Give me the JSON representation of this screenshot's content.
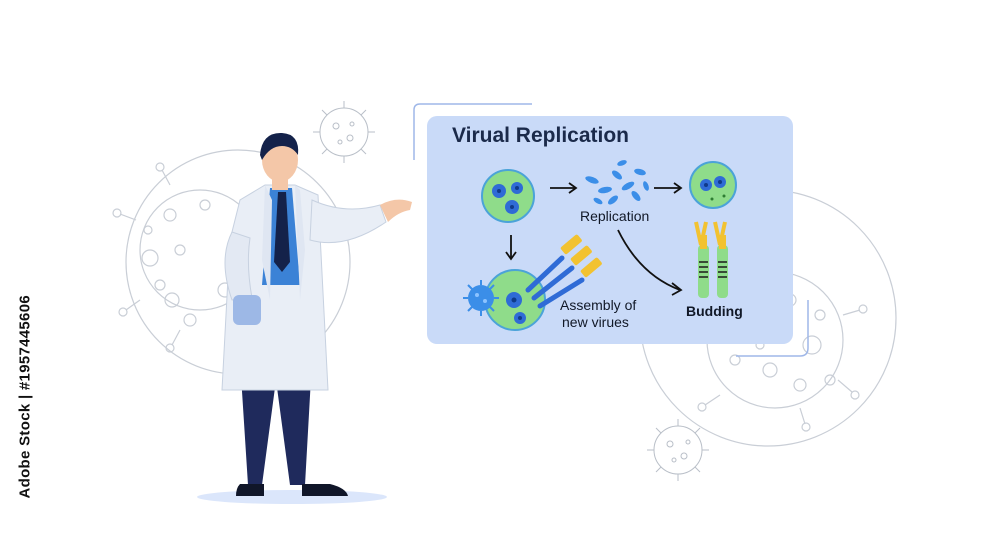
{
  "diagram": {
    "title": "Virual Replication",
    "steps": [
      {
        "id": "replication",
        "label": "Replication"
      },
      {
        "id": "assembly",
        "label_line1": "Assembly of",
        "label_line2": "new virues"
      },
      {
        "id": "budding",
        "label": "Budding"
      }
    ]
  },
  "watermark": {
    "side_text": "Adobe Stock | #1957445606"
  },
  "colors": {
    "panel": "#c9daf8",
    "cell_fill": "#8fdc8a",
    "nucleus": "#2f6bd6",
    "virus_blue": "#3b8ee8",
    "spike_yellow": "#f2c230",
    "coat": "#e9eef6",
    "trousers": "#1f2a5c",
    "shirt": "#3b82d6"
  }
}
